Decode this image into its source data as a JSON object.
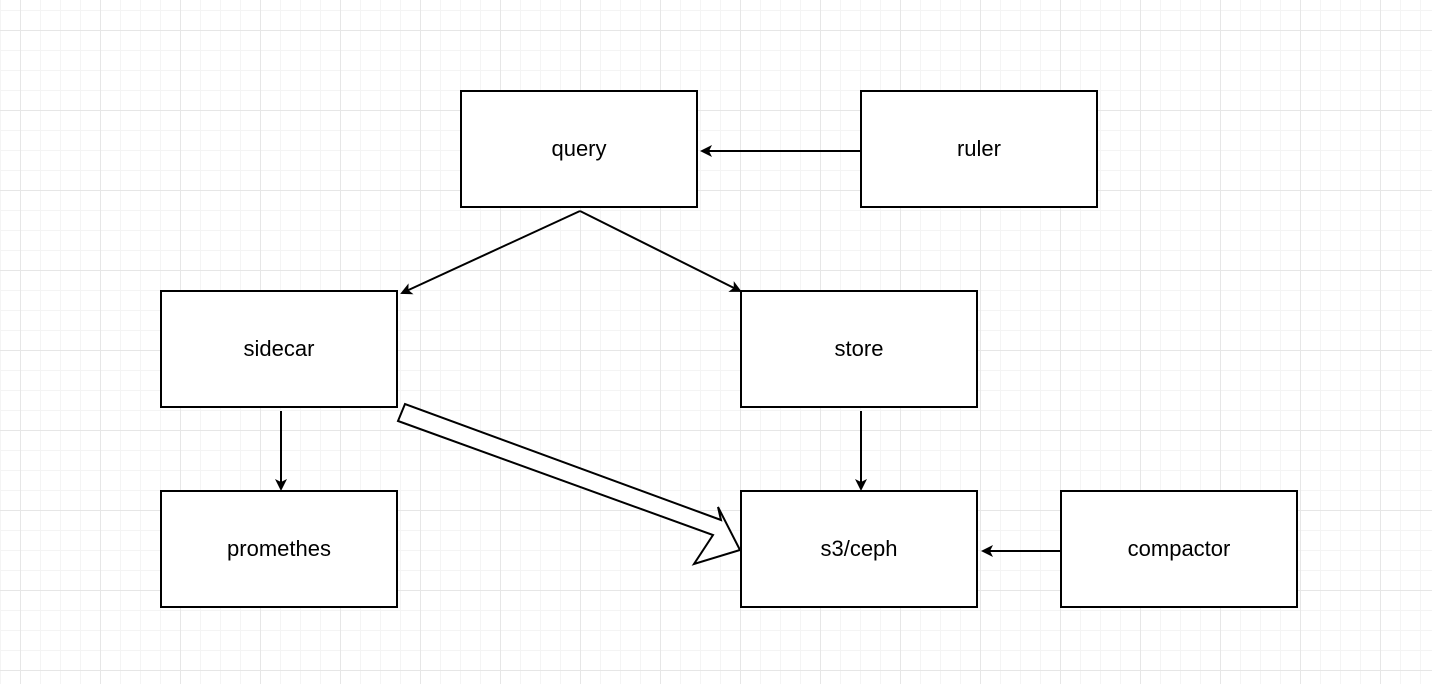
{
  "diagram": {
    "nodes": [
      {
        "id": "query",
        "label": "query"
      },
      {
        "id": "ruler",
        "label": "ruler"
      },
      {
        "id": "sidecar",
        "label": "sidecar"
      },
      {
        "id": "store",
        "label": "store"
      },
      {
        "id": "promethes",
        "label": "promethes"
      },
      {
        "id": "s3ceph",
        "label": "s3/ceph"
      },
      {
        "id": "compactor",
        "label": "compactor"
      }
    ],
    "edges": [
      {
        "from": "ruler",
        "to": "query",
        "style": "arrow"
      },
      {
        "from": "query",
        "to": "sidecar",
        "style": "arrow"
      },
      {
        "from": "query",
        "to": "store",
        "style": "arrow"
      },
      {
        "from": "sidecar",
        "to": "promethes",
        "style": "arrow"
      },
      {
        "from": "store",
        "to": "s3ceph",
        "style": "arrow"
      },
      {
        "from": "compactor",
        "to": "s3ceph",
        "style": "arrow"
      },
      {
        "from": "sidecar",
        "to": "s3ceph",
        "style": "hollow-block-arrow"
      }
    ],
    "colors": {
      "stroke": "#000000",
      "fill": "#ffffff",
      "grid": "#e6e6e6"
    }
  }
}
